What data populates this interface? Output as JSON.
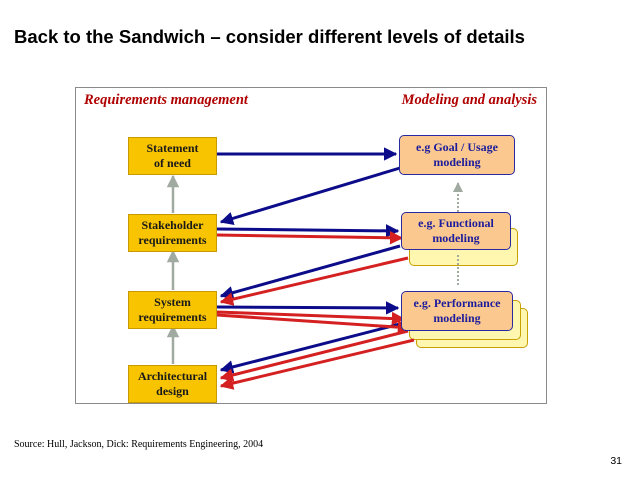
{
  "title": "Back to the Sandwich – consider different levels of details",
  "diagram": {
    "header_left": "Requirements management",
    "header_right": "Modeling and analysis",
    "requirement_levels": [
      {
        "line1": "Statement",
        "line2": "of need"
      },
      {
        "line1": "Stakeholder",
        "line2": "requirements"
      },
      {
        "line1": "System",
        "line2": "requirements"
      },
      {
        "line1": "Architectural",
        "line2": "design"
      }
    ],
    "models": [
      {
        "line1": "e.g Goal / Usage",
        "line2": "modeling"
      },
      {
        "line1": "e.g. Functional",
        "line2": "modeling"
      },
      {
        "line1": "e.g. Performance",
        "line2": "modeling"
      }
    ],
    "colors": {
      "requirement_fill": "#f8c400",
      "model_fill": "#fbc98f",
      "stack_fill": "#fff7b0",
      "blue_arrow": "#0c0c8a",
      "red_arrow": "#d42020",
      "grey_arrow": "#a0aaa0",
      "header_text": "#b00000"
    }
  },
  "source": "Source: Hull, Jackson, Dick: Requirements Engineering, 2004",
  "page_number": "31"
}
